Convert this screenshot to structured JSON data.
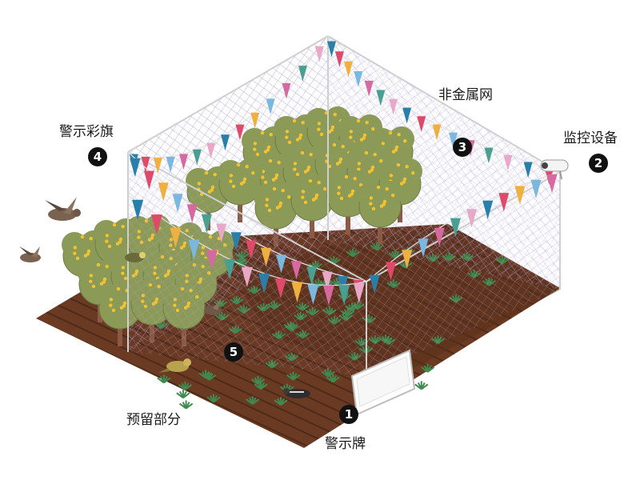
{
  "labels": {
    "warning_flags": "警示彩旗",
    "monitoring_device": "监控设备",
    "non_metal_net": "非金属网",
    "reserved_section": "预留部分",
    "warning_sign": "警示牌"
  },
  "badges": {
    "warning_sign": "1",
    "monitoring_device": "2",
    "non_metal_net": "3",
    "warning_flags": "4",
    "reserved_section": "5"
  },
  "colors": {
    "net": "#b8a6e6",
    "soil": "#6b3a23",
    "tree_canopy": "#8b9a57",
    "fruit": "#f2c230",
    "crop": "#3f8a4e",
    "flag_palette": [
      "#2a7fa8",
      "#e04a6a",
      "#f0b040",
      "#7ab8e0",
      "#d66aa0",
      "#4aa090",
      "#e8a8c8"
    ]
  }
}
